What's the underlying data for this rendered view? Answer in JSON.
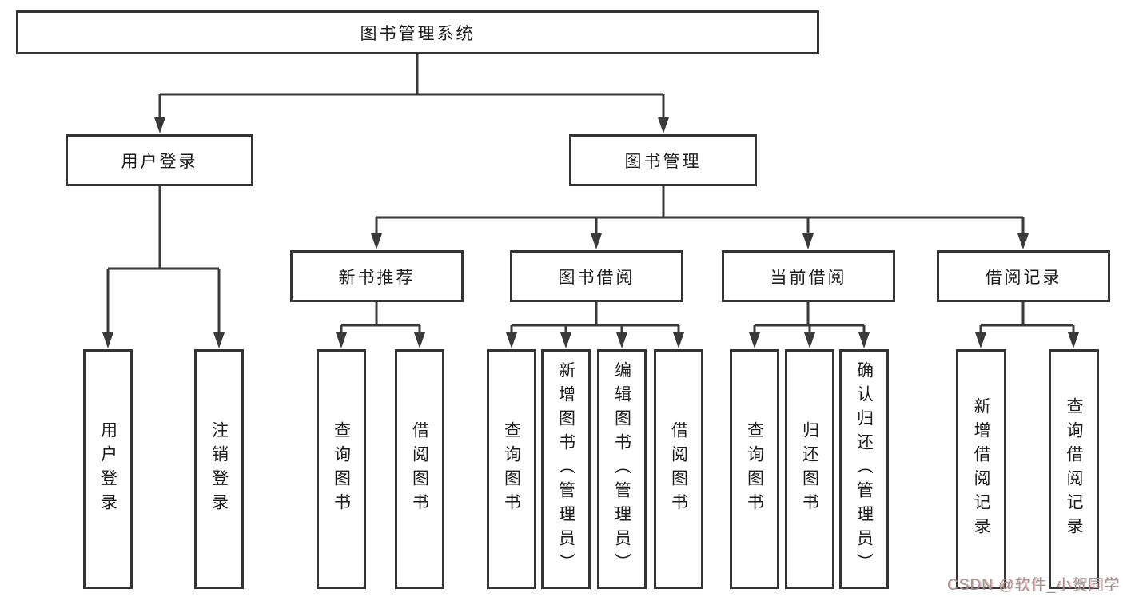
{
  "diagram": {
    "root": "图书管理系统",
    "level2": {
      "user_login": "用户登录",
      "book_management": "图书管理"
    },
    "level3": {
      "new_book_recommend": "新书推荐",
      "book_borrow": "图书借阅",
      "current_borrow": "当前借阅",
      "borrow_records": "借阅记录"
    },
    "leaves": {
      "user_login": [
        "用户登录",
        "注销登录"
      ],
      "new_book_recommend": [
        "查询图书",
        "借阅图书"
      ],
      "book_borrow": [
        "查询图书",
        "新增图书（管理员）",
        "编辑图书（管理员）",
        "借阅图书"
      ],
      "current_borrow": [
        "查询图书",
        "归还图书",
        "确认归还（管理员）"
      ],
      "borrow_records": [
        "新增借阅记录",
        "查询借阅记录"
      ]
    }
  },
  "watermark": "CSDN @软件_小贺同学",
  "colors": {
    "line": "#3a3a3a",
    "border": "#343434",
    "text": "#1c1c1c",
    "watermark": "#9b9b9b",
    "background": "#ffffff"
  }
}
